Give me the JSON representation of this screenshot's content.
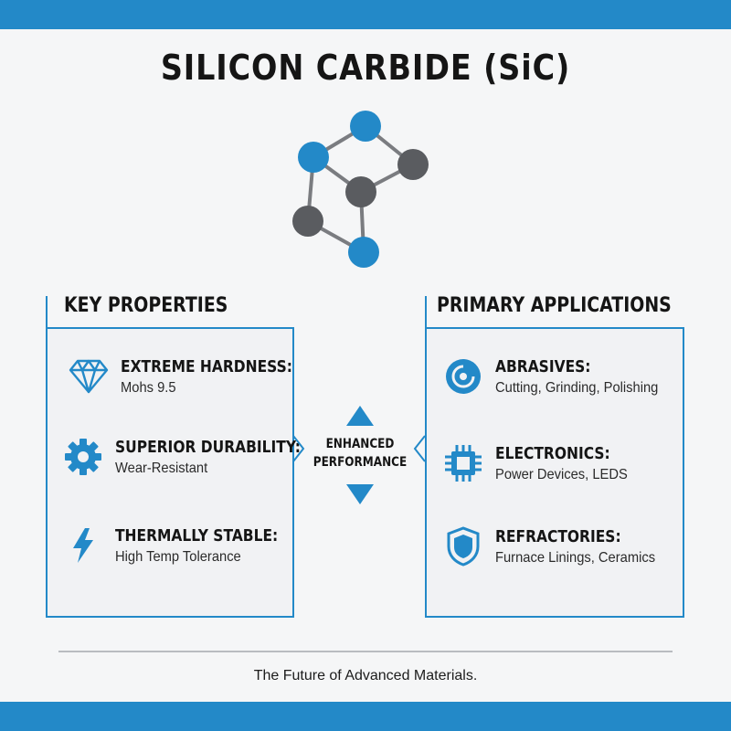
{
  "title": "SILICON CARBIDE (SiC)",
  "colors": {
    "accent": "#2389c8",
    "atom_blue": "#2389c8",
    "atom_gray": "#5a5c60",
    "bond": "#7a7c80"
  },
  "key_properties": {
    "heading": "KEY PROPERTIES",
    "items": [
      {
        "icon": "diamond-icon",
        "title": "EXTREME HARDNESS:",
        "subtitle": "Mohs 9.5"
      },
      {
        "icon": "gear-icon",
        "title": "SUPERIOR DURABILITY:",
        "subtitle": "Wear-Resistant"
      },
      {
        "icon": "lightning-icon",
        "title": "THERMALLY STABLE:",
        "subtitle": "High Temp Tolerance"
      }
    ]
  },
  "center": {
    "line1": "ENHANCED",
    "line2": "PERFORMANCE"
  },
  "primary_applications": {
    "heading": "PRIMARY APPLICATIONS",
    "items": [
      {
        "icon": "disc-icon",
        "title": "ABRASIVES:",
        "subtitle": "Cutting, Grinding, Polishing"
      },
      {
        "icon": "chip-icon",
        "title": "ELECTRONICS:",
        "subtitle": "Power Devices, LEDS"
      },
      {
        "icon": "shield-icon",
        "title": "REFRACTORIES:",
        "subtitle": "Furnace Linings, Ceramics"
      }
    ]
  },
  "footer": "The Future of Advanced Materials."
}
